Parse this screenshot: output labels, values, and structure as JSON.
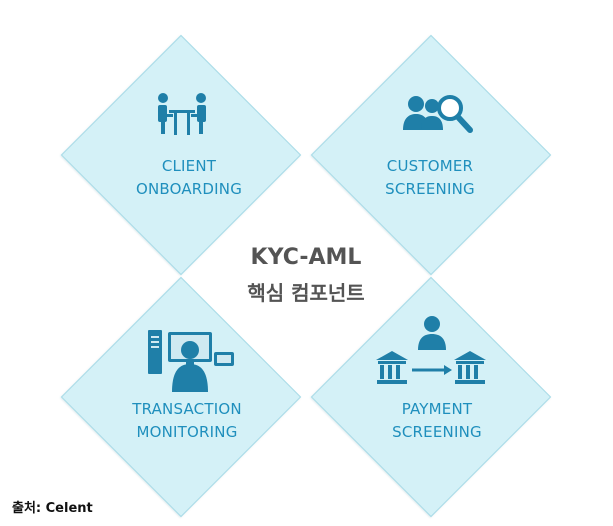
{
  "title": {
    "line1": "KYC-AML",
    "line2": "핵심 컴포넌트"
  },
  "components": [
    {
      "line1": "CLIENT",
      "line2": "ONBOARDING",
      "icon": "meeting-icon"
    },
    {
      "line1": "CUSTOMER",
      "line2": "SCREENING",
      "icon": "user-search-icon"
    },
    {
      "line1": "TRANSACTION",
      "line2": "MONITORING",
      "icon": "workstation-icon"
    },
    {
      "line1": "PAYMENT",
      "line2": "SCREENING",
      "icon": "bank-transfer-icon"
    }
  ],
  "source": "출처: Celent",
  "colors": {
    "diamond_fill": "#d4f1f7",
    "diamond_border": "#a9dbe7",
    "label_text": "#1f8fbd",
    "icon": "#1f7fa8",
    "title_text": "#545454"
  }
}
